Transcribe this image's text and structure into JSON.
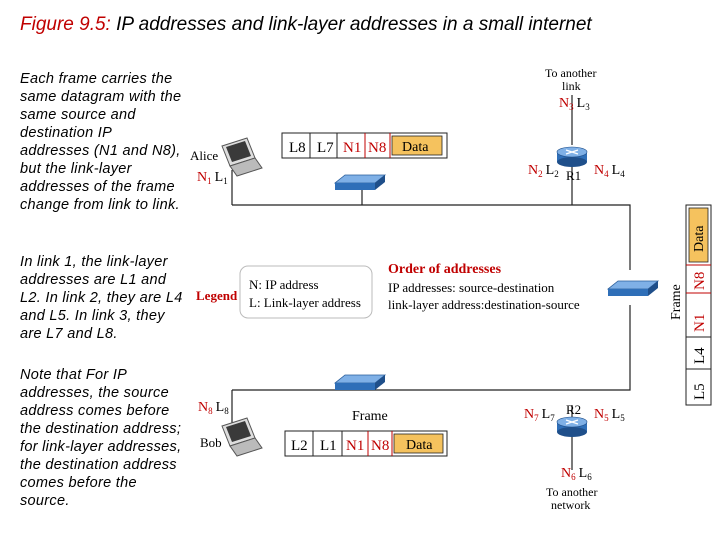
{
  "title": {
    "figure_label": "Figure 9.5:",
    "text": " IP addresses and link-layer addresses in a small internet"
  },
  "paragraphs": [
    " Each frame carries the same datagram with the same source and destination IP addresses (N1 and N8), but the link-layer addresses of the frame change from link to link.",
    " In link 1, the link-layer addresses are L1 and L2. In link 2, they are L4 and L5. In link 3, they are L7 and L8.",
    " Note that For IP addresses, the source address comes before the destination address; for link-layer addresses, the destination address comes before the source."
  ],
  "diagram": {
    "top_network": "To another link",
    "bottom_network": "To another network",
    "alice": "Alice",
    "bob": "Bob",
    "r1": "R1",
    "r2": "R2",
    "frame_label": "Frame",
    "data_label": "Data",
    "legend": {
      "label": "Legend",
      "n_line": "N: IP address",
      "l_line": "L: Link-layer address"
    },
    "order": {
      "title": "Order of addresses",
      "ip": "IP addresses: source-destination",
      "link": "link-layer address:destination-source"
    },
    "frame1": [
      "L8",
      "L7",
      "N1",
      "N8"
    ],
    "frame2": [
      "L2",
      "L1",
      "N1",
      "N8"
    ],
    "frame3": [
      "L5",
      "L4",
      "N1",
      "N8"
    ],
    "addr": {
      "n1": "N",
      "n1s": "1",
      "l1": "L",
      "l1s": "1",
      "n8": "N",
      "n8s": "8",
      "l8": "L",
      "l8s": "8",
      "n3": "N",
      "n3s": "3",
      "l3": "L",
      "l3s": "3",
      "n2": "N",
      "n2s": "2",
      "l2": "L",
      "l2s": "2",
      "n4": "N",
      "n4s": "4",
      "l4": "L",
      "l4s": "4",
      "n7": "N",
      "n7s": "7",
      "l7": "L",
      "l7s": "7",
      "n5": "N",
      "n5s": "5",
      "l5": "L",
      "l5s": "5",
      "n6": "N",
      "n6s": "6",
      "l6": "L",
      "l6s": "6"
    },
    "colors": {
      "accent_red": "#c00000",
      "data_fill": "#f5c25e",
      "switch_blue": "#4f8ed3"
    }
  }
}
